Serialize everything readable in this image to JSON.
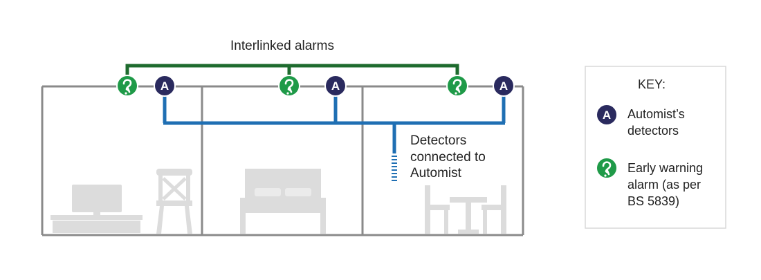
{
  "diagram": {
    "title": "Interlinked alarms",
    "detectors_note_lines": [
      "Detectors",
      "connected to",
      "Automist"
    ],
    "detector_badge_letter": "A",
    "colors": {
      "interlink_line": "#1e6b2e",
      "detector_line": "#1f6fb3",
      "early_warning_alarm": "#1f9a48",
      "automist_detector": "#2a2a5e",
      "walls": "#8a8a8a",
      "furniture": "#dcdcdc"
    },
    "key": {
      "title": "KEY:",
      "items": [
        {
          "icon": "automist-detector-icon",
          "lines": [
            "Automist’s",
            "detectors"
          ]
        },
        {
          "icon": "early-warning-alarm-icon",
          "lines": [
            "Early warning",
            "alarm (as per",
            "BS 5839)"
          ]
        }
      ]
    },
    "rooms": [
      {
        "furniture": [
          "tv-unit-icon",
          "chair-icon"
        ]
      },
      {
        "furniture": [
          "bed-icon"
        ]
      },
      {
        "furniture": [
          "dining-table-icon",
          "chair-icon",
          "chair-icon"
        ]
      }
    ]
  }
}
